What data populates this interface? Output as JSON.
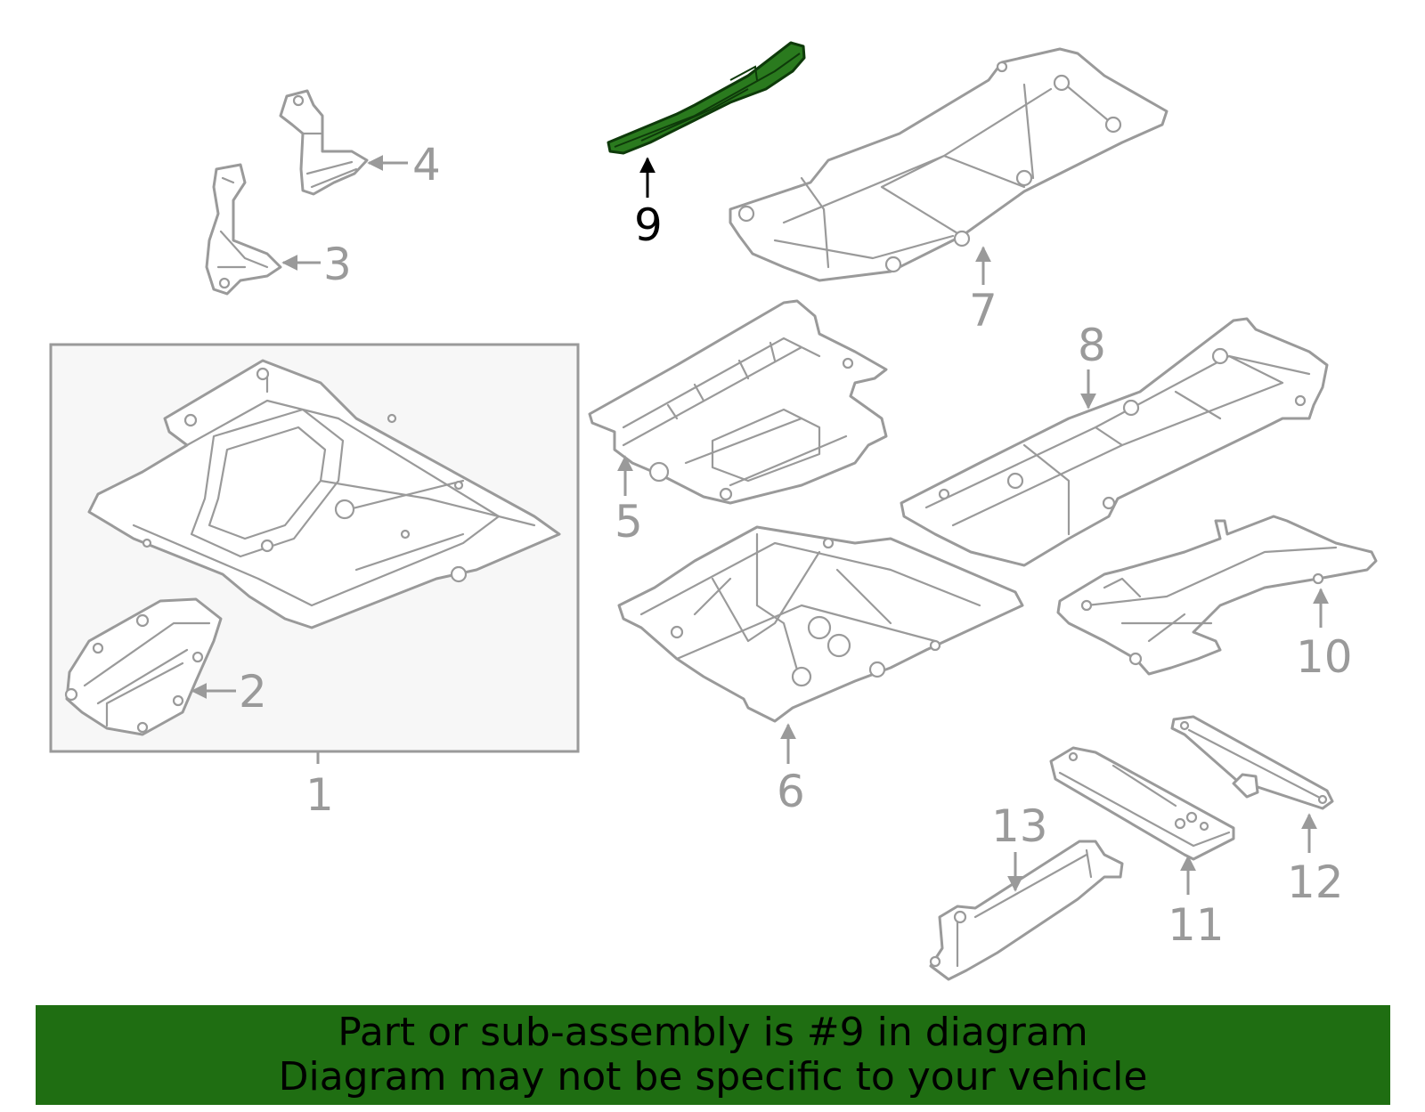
{
  "diagram": {
    "highlighted_part": "9",
    "colors": {
      "highlight": "#2a7a1e",
      "line": "#9a9a9a",
      "banner": "#1f6e12"
    },
    "callouts": {
      "c1": "1",
      "c2": "2",
      "c3": "3",
      "c4": "4",
      "c5": "5",
      "c6": "6",
      "c7": "7",
      "c8": "8",
      "c9": "9",
      "c10": "10",
      "c11": "11",
      "c12": "12",
      "c13": "13"
    }
  },
  "banner": {
    "line1": "Part or sub-assembly is #9 in diagram",
    "line2": "Diagram may not be specific to your vehicle"
  }
}
